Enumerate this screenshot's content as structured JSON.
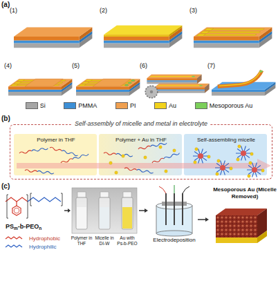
{
  "diagram": {
    "nodes": [
      {
        "text": [
          "Self-assembly of micelle and metal in electrolyte"
        ]
      },
      {
        "text": [
          "Polymer in THF"
        ],
        "in": 0
      },
      {
        "text": [
          "Polymer + Au in THF"
        ],
        "in": 0
      },
      {
        "text": [
          "Self-assembling micelle"
        ],
        "in": 0
      }
    ],
    "labels": [
      "(a)",
      "(1)",
      "(2)",
      "(3)",
      "(4)",
      "(5)",
      "(6)",
      "(7)",
      "(b)",
      "(c)",
      "PS",
      "m",
      "-b-PEO",
      "n",
      "Hydrophobic",
      "Hydrophilic",
      "Polymer in THF",
      "Micelle in DI-W",
      "Au with Ps-b-PEO",
      "Electrodeposition",
      "Mesoporous Au (Micelle Removed)"
    ],
    "legend": [
      {
        "text": "Si",
        "color": "#a6a6a6"
      },
      {
        "text": "PMMA",
        "color": "#3d8fd6"
      },
      {
        "text": "PI",
        "color": "#f0a050"
      },
      {
        "text": "Au",
        "color": "#f2d21b"
      },
      {
        "text": "Mesoporous Au",
        "color": "#7ccf5a"
      }
    ]
  }
}
